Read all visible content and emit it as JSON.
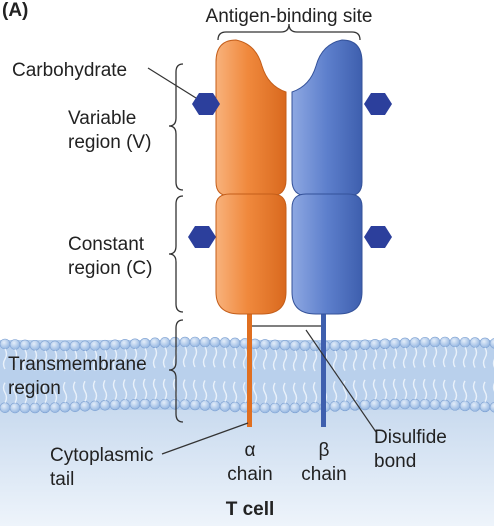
{
  "panel_label": "(A)",
  "labels": {
    "antigen_binding_site": "Antigen-binding site",
    "carbohydrate": "Carbohydrate",
    "variable_region_line1": "Variable",
    "variable_region_line2": "region (V)",
    "constant_region_line1": "Constant",
    "constant_region_line2": "region (C)",
    "transmembrane_line1": "Transmembrane",
    "transmembrane_line2": "region",
    "cytoplasmic_line1": "Cytoplasmic",
    "cytoplasmic_line2": "tail",
    "alpha_symbol": "α",
    "alpha_chain": "chain",
    "beta_symbol": "β",
    "beta_chain": "chain",
    "disulfide_line1": "Disulfide",
    "disulfide_line2": "bond",
    "t_cell": "T cell"
  },
  "colors": {
    "alpha_chain": "#f0893d",
    "beta_chain": "#5d7fcc",
    "carbohydrate": "#2c3f9c",
    "membrane": "#9fbfe4",
    "cytoplasm": "#d6e3f2"
  }
}
